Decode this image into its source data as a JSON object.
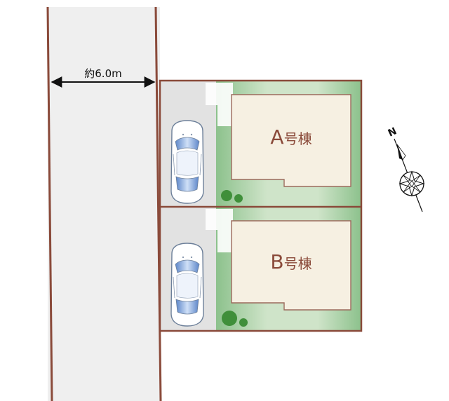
{
  "road": {
    "width_label": "約6.0m"
  },
  "lots": [
    {
      "id": "A",
      "letter": "A",
      "suffix": "号棟"
    },
    {
      "id": "B",
      "letter": "B",
      "suffix": "号棟"
    }
  ],
  "compass": {
    "north_label": "N"
  },
  "colors": {
    "boundary": "#8a4a3a",
    "road_fill": "#efefef",
    "parking_fill": "#e2e2e2",
    "garden_dark": "#8cc18c",
    "garden_light": "#dcebd8",
    "house_fill": "#f6f0e2",
    "house_stroke": "#9c6a5c",
    "house_label": "#8a4a3a",
    "tree": "#3f8f3a",
    "car_body": "#ffffff",
    "car_glass": "#7fa6de"
  },
  "icons": {
    "car": "car-icon",
    "tree": "tree-icon",
    "compass": "compass-rose-icon"
  }
}
